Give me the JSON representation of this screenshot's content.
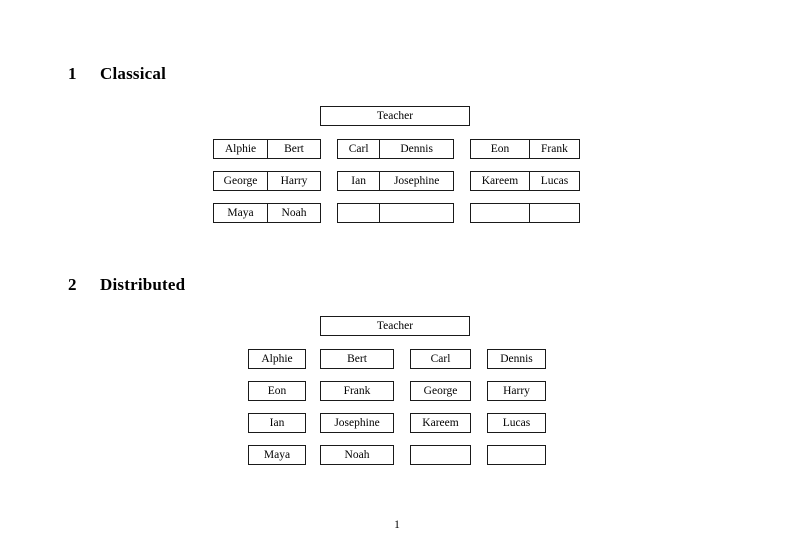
{
  "document": {
    "page_number": "1",
    "sections": [
      {
        "number": "1",
        "title": "Classical",
        "teacher_label": "Teacher",
        "layout": "paired-cells",
        "groups": [
          {
            "rows": [
              {
                "left": "Alphie",
                "right": "Bert"
              },
              {
                "left": "George",
                "right": "Harry"
              },
              {
                "left": "Maya",
                "right": "Noah"
              }
            ]
          },
          {
            "rows": [
              {
                "left": "Carl",
                "right": "Dennis"
              },
              {
                "left": "Ian",
                "right": "Josephine"
              },
              {
                "left": "",
                "right": ""
              }
            ]
          },
          {
            "rows": [
              {
                "left": "Eon",
                "right": "Frank"
              },
              {
                "left": "Kareem",
                "right": "Lucas"
              },
              {
                "left": "",
                "right": ""
              }
            ]
          }
        ]
      },
      {
        "number": "2",
        "title": "Distributed",
        "teacher_label": "Teacher",
        "layout": "individual-cells",
        "rows": [
          [
            "Alphie",
            "Bert",
            "Carl",
            "Dennis"
          ],
          [
            "Eon",
            "Frank",
            "George",
            "Harry"
          ],
          [
            "Ian",
            "Josephine",
            "Kareem",
            "Lucas"
          ],
          [
            "Maya",
            "Noah",
            "",
            ""
          ]
        ]
      }
    ]
  }
}
